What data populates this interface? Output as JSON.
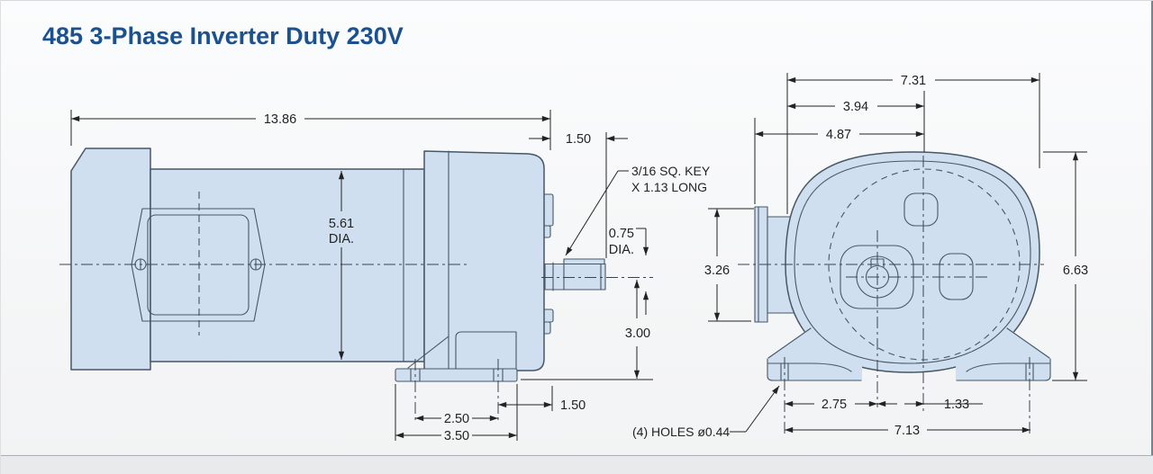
{
  "title": "485 3-Phase Inverter Duty 230V",
  "colors": {
    "title_blue": "#1c5190",
    "part_fill": "#cfdfef",
    "part_outline": "#465766",
    "dimension_ink": "#232323"
  },
  "side_view": {
    "overall_length": "13.86",
    "shaft_extension": "1.50",
    "body_diameter": "5.61",
    "body_diameter_suffix": "DIA.",
    "key_note_line1": "3/16 SQ. KEY",
    "key_note_line2": "X 1.13 LONG",
    "shaft_diameter": "0.75",
    "shaft_diameter_suffix": "DIA.",
    "shaft_center_height": "3.00",
    "base_hole_to_face": "1.50",
    "base_hole_spacing": "2.50",
    "base_length": "3.50"
  },
  "end_view": {
    "overall_width": "7.31",
    "face_to_center": "3.94",
    "flange_to_center": "4.87",
    "flange_diameter": "3.26",
    "overall_height": "6.63",
    "hole_to_shaft_center": "2.75",
    "shaft_to_body_center": "1.33",
    "hole_spacing": "7.13",
    "holes_note": "(4) HOLES ø0.44"
  }
}
